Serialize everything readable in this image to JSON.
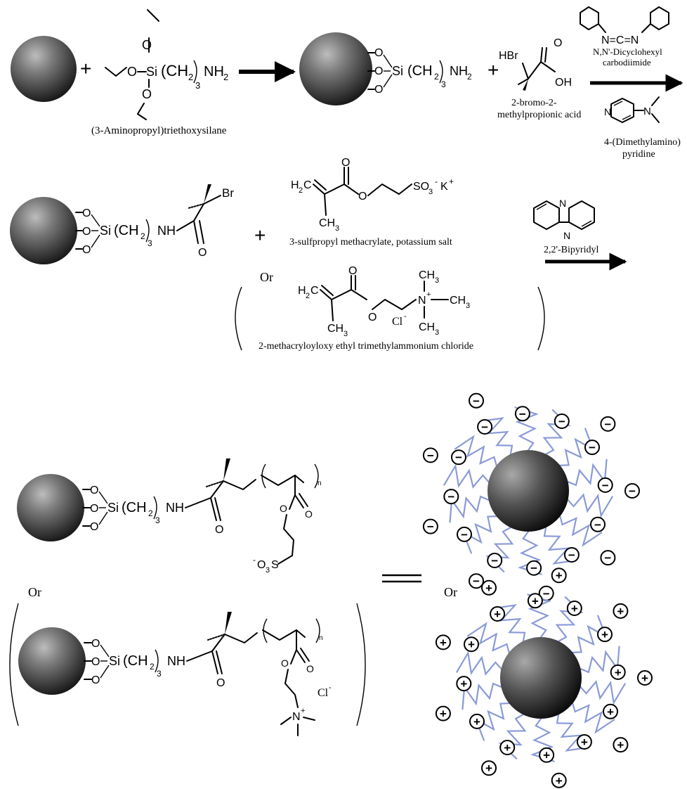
{
  "colors": {
    "background": "#ffffff",
    "sphere_light": "#9a9a9a",
    "sphere_dark": "#141414",
    "polymer_chain": "#8a9ad8",
    "ink": "#000000"
  },
  "row1": {
    "silane": {
      "atom_o": "O",
      "atom_si": "Si",
      "chain_text": "(CH",
      "subscript_2": "2",
      "subscript_3": "3",
      "amine": "NH",
      "amine_sub": "2",
      "label": "(3-Aminopropyl)triethoxysilane"
    },
    "plus": "+",
    "acid": {
      "hbr": "HBr",
      "oh": "OH",
      "o": "O",
      "label_line1": "2-bromo-2-",
      "label_line2": "methylpropionic acid"
    },
    "dcc": {
      "formula": "N=C=N",
      "label_line1": "N,N'-Dicyclohexyl",
      "label_line2": "carbodiimide"
    },
    "dmap": {
      "n": "N",
      "label_line1": "4-(Dimethylamino)",
      "label_line2": "pyridine"
    }
  },
  "row2": {
    "initiator": {
      "br": "Br",
      "nh": "NH",
      "o": "O"
    },
    "monomer_a": {
      "h2c": "H",
      "h2c_sub": "2",
      "h2c_c": "C",
      "ch3": "CH",
      "ch3_sub": "3",
      "o": "O",
      "so3": "SO",
      "so3_sub": "3",
      "charge_minus": "-",
      "k": "K",
      "charge_plus": "+",
      "label": "3-sulfpropyl methacrylate, potassium salt"
    },
    "or": "Or",
    "monomer_b": {
      "n_plus": "N",
      "cl": "Cl",
      "label": "2-methacryloyloxy ethyl trimethylammonium chloride"
    },
    "catalyst": {
      "n": "N",
      "label": "2,2'-Bipyridyl"
    }
  },
  "row3": {
    "or_left": "Or",
    "or_right": "Or",
    "polymer_n": "n",
    "so3_prefix": "-",
    "o3s": "O",
    "o3s_sub": "3",
    "s": "S",
    "cl": "Cl",
    "cl_charge": "-",
    "n_plus": "N",
    "n_charge": "+",
    "anion_symbol": "−",
    "cation_symbol": "+"
  }
}
